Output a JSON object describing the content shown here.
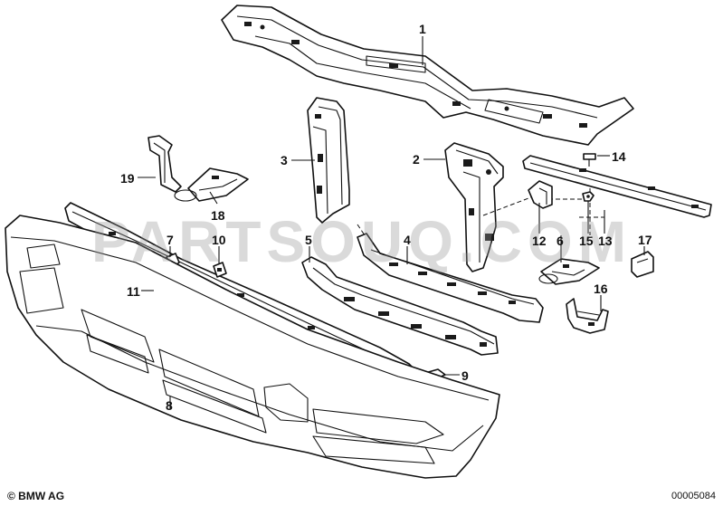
{
  "watermark": "PARTSOUQ.COM",
  "copyright": "© BMW AG",
  "drawing_number": "00005084",
  "callouts": {
    "c1": "1",
    "c2": "2",
    "c3": "3",
    "c4": "4",
    "c5": "5",
    "c6": "6",
    "c7": "7",
    "c8": "8",
    "c9": "9",
    "c10": "10",
    "c11": "11",
    "c12": "12",
    "c13": "13",
    "c14": "14",
    "c15": "15",
    "c16": "16",
    "c17": "17",
    "c18": "18",
    "c19": "19"
  }
}
